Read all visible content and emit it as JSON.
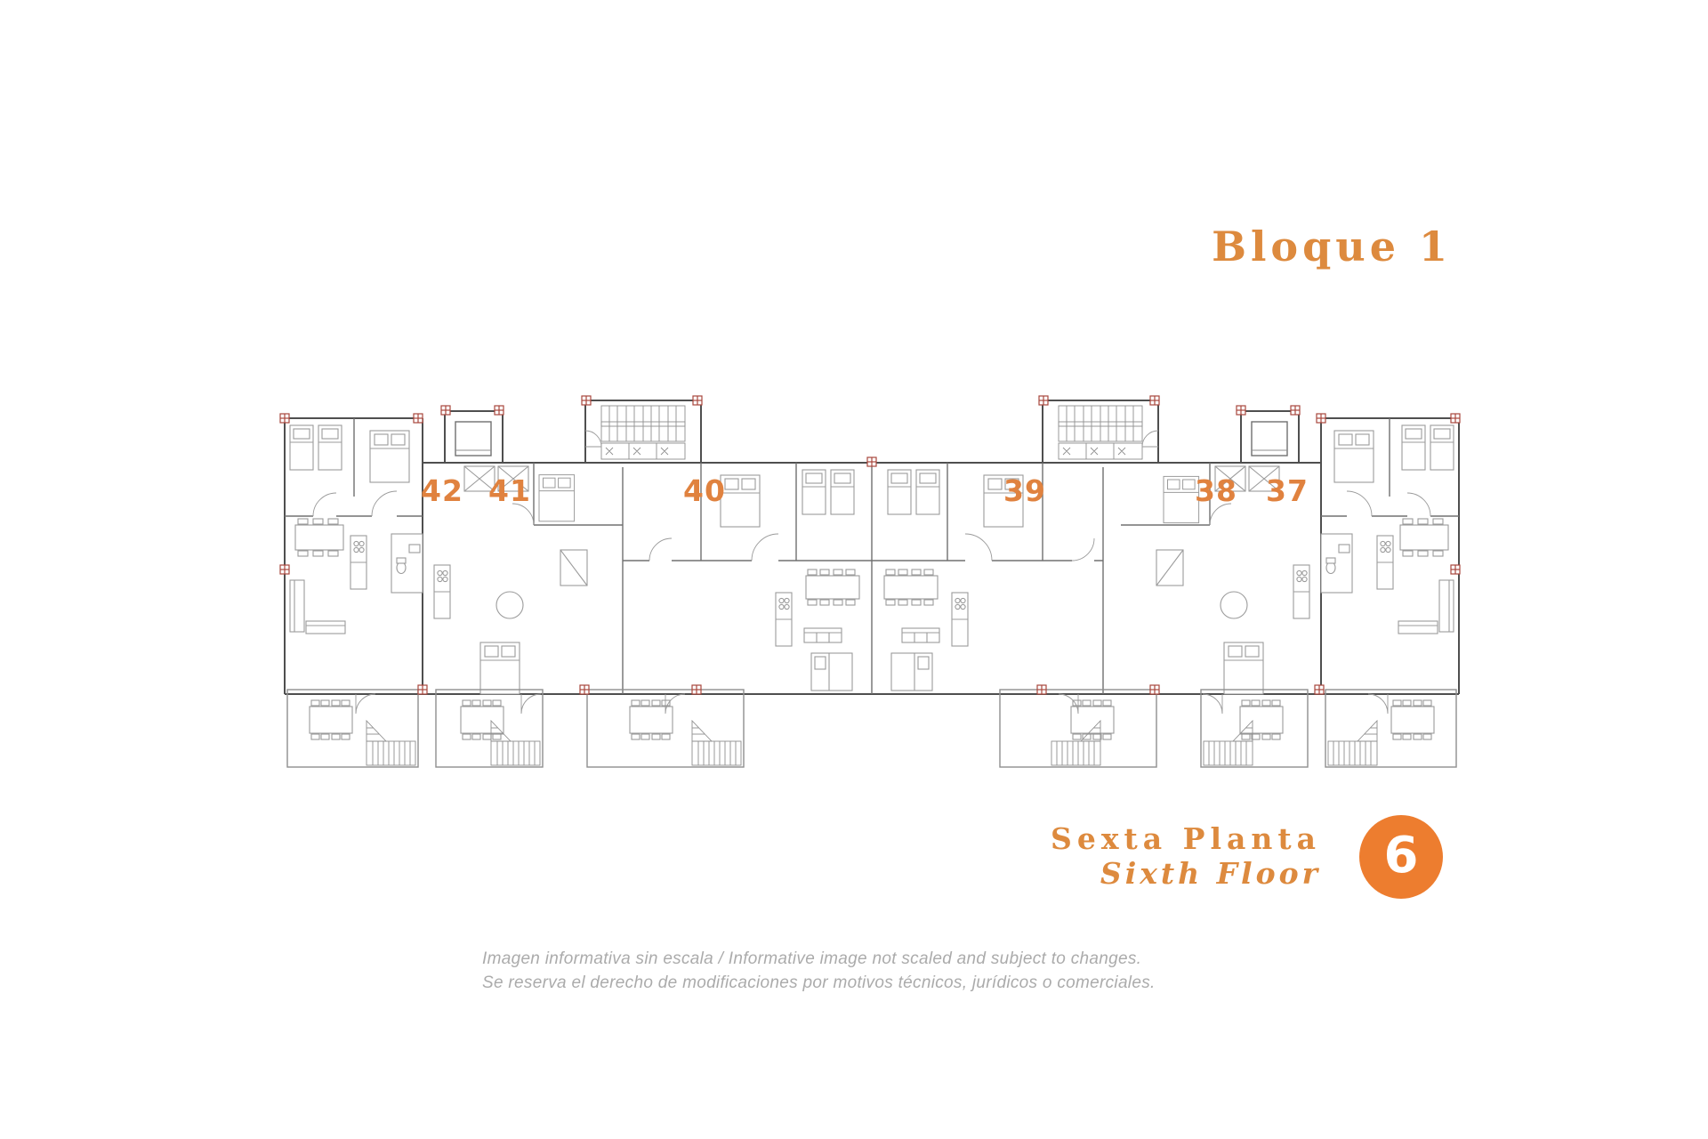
{
  "header": {
    "block_title": "Bloque 1"
  },
  "plan": {
    "units": [
      {
        "number": "42"
      },
      {
        "number": "41"
      },
      {
        "number": "40"
      },
      {
        "number": "39"
      },
      {
        "number": "38"
      },
      {
        "number": "37"
      }
    ]
  },
  "floor_label": {
    "name_es": "Sexta Planta",
    "name_en": "Sixth Floor",
    "number": "6"
  },
  "disclaimer": {
    "line1": "Imagen informativa sin escala /  Informative image not scaled and subject to changes.",
    "line2": "Se reserva el derecho de modificaciones por motivos técnicos, jurídicos o comerciales."
  },
  "colors": {
    "accent_orange": "#DD8A3E",
    "unit_number_orange": "#E0823F",
    "badge_orange": "#ED7D2F",
    "badge_text": "#FFFFFF",
    "disclaimer_gray": "#ABABAB",
    "wall_gray": "#4F4F4F",
    "pillar_red": "#A8463C"
  }
}
